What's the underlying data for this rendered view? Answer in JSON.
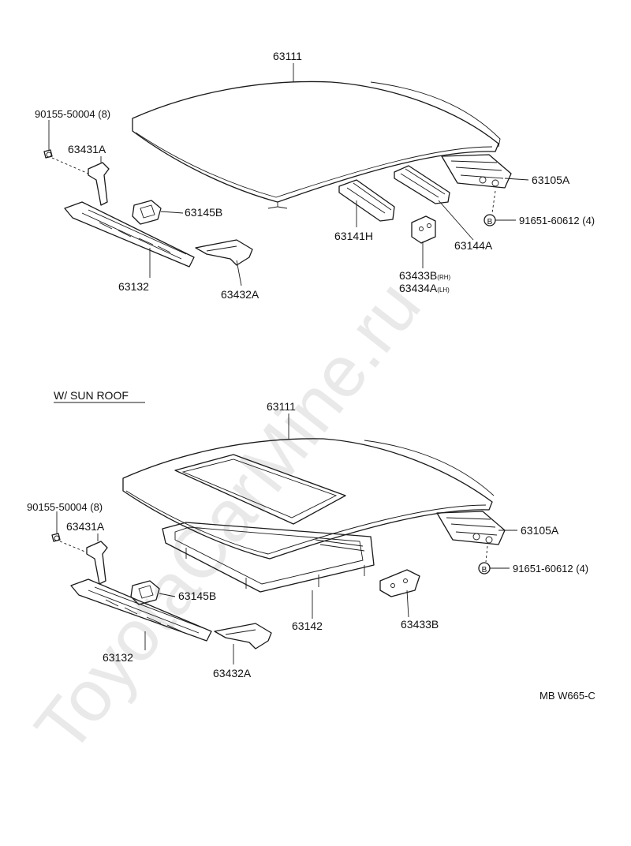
{
  "watermark": "ToyotaCarMine.ru",
  "ref_code": "MB W665-C",
  "section_sunroof_title": "W/ SUN ROOF",
  "bolt_symbol": "B",
  "top": {
    "roof_panel": "63111",
    "bolt_qty": "90155-50004 (8)",
    "bracket_front": "63431A",
    "bracket_pad": "63145B",
    "front_header": "63132",
    "bracket_side": "63432A",
    "rail_bow": "63141H",
    "rail_rear": "63144A",
    "rear_header": "63105A",
    "bolt_b": "91651-60612 (4)",
    "reinf_rh": "63433B",
    "reinf_rh_side": "(RH)",
    "reinf_lh": "63434A",
    "reinf_lh_side": "(LH)"
  },
  "bottom": {
    "roof_panel": "63111",
    "bolt_qty": "90155-50004 (8)",
    "bracket_front": "63431A",
    "bracket_pad": "63145B",
    "front_header": "63132",
    "bracket_side": "63432A",
    "sunroof_frame": "63142",
    "reinf": "63433B",
    "rear_header": "63105A",
    "bolt_b": "91651-60612 (4)"
  }
}
